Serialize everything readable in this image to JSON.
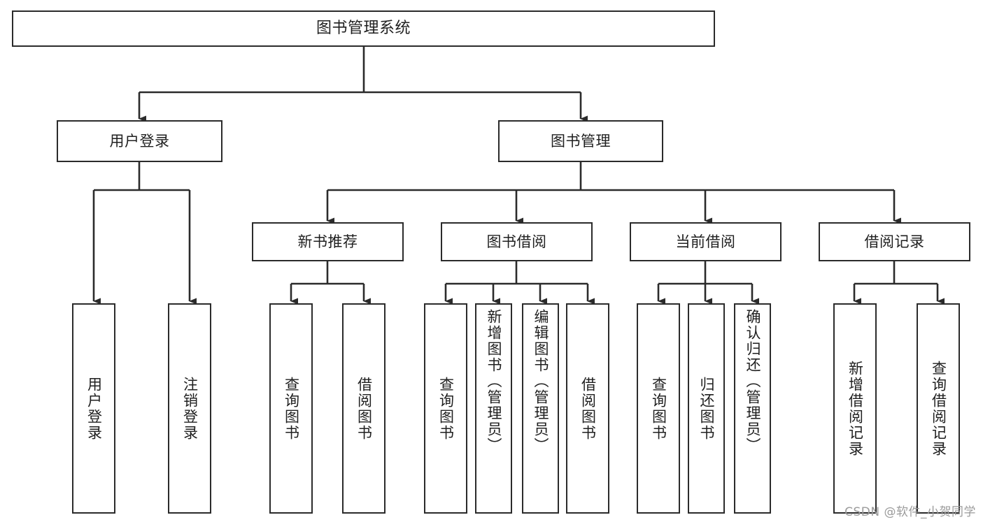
{
  "diagram": {
    "title": "图书管理系统",
    "type": "tree-hierarchy",
    "watermark": "CSDN @软件_小贺同学",
    "colors": {
      "box_border": "#2b2b2b",
      "box_fill": "#ffffff",
      "text": "#1f1f1f",
      "connector": "#2b2b2b",
      "watermark": "#9b9b9b",
      "background": "#ffffff"
    },
    "levels": {
      "level1": [
        {
          "id": "root",
          "label": "图书管理系统"
        }
      ],
      "level2": [
        {
          "id": "user-login",
          "label": "用户登录",
          "parent": "root"
        },
        {
          "id": "book-manage",
          "label": "图书管理",
          "parent": "root"
        }
      ],
      "level3": [
        {
          "id": "new-book-rec",
          "label": "新书推荐",
          "parent": "book-manage"
        },
        {
          "id": "book-borrow",
          "label": "图书借阅",
          "parent": "book-manage"
        },
        {
          "id": "current-borrow",
          "label": "当前借阅",
          "parent": "book-manage"
        },
        {
          "id": "borrow-record",
          "label": "借阅记录",
          "parent": "book-manage"
        }
      ],
      "level4": [
        {
          "id": "leaf-user-login",
          "label": "用户登录",
          "parent": "user-login"
        },
        {
          "id": "leaf-user-logout",
          "label": "注销登录",
          "parent": "user-login"
        },
        {
          "id": "leaf-query-book-1",
          "label": "查询图书",
          "parent": "new-book-rec"
        },
        {
          "id": "leaf-borrow-book-1",
          "label": "借阅图书",
          "parent": "new-book-rec"
        },
        {
          "id": "leaf-query-book-2",
          "label": "查询图书",
          "parent": "book-borrow"
        },
        {
          "id": "leaf-add-book",
          "label": "新增图书（管理员）",
          "parent": "book-borrow"
        },
        {
          "id": "leaf-edit-book",
          "label": "编辑图书（管理员）",
          "parent": "book-borrow"
        },
        {
          "id": "leaf-borrow-book-2",
          "label": "借阅图书",
          "parent": "book-borrow"
        },
        {
          "id": "leaf-query-book-3",
          "label": "查询图书",
          "parent": "current-borrow"
        },
        {
          "id": "leaf-return-book",
          "label": "归还图书",
          "parent": "current-borrow"
        },
        {
          "id": "leaf-confirm-return",
          "label": "确认归还（管理员）",
          "parent": "current-borrow"
        },
        {
          "id": "leaf-add-record",
          "label": "新增借阅记录",
          "parent": "borrow-record"
        },
        {
          "id": "leaf-query-record",
          "label": "查询借阅记录",
          "parent": "borrow-record"
        }
      ]
    }
  }
}
